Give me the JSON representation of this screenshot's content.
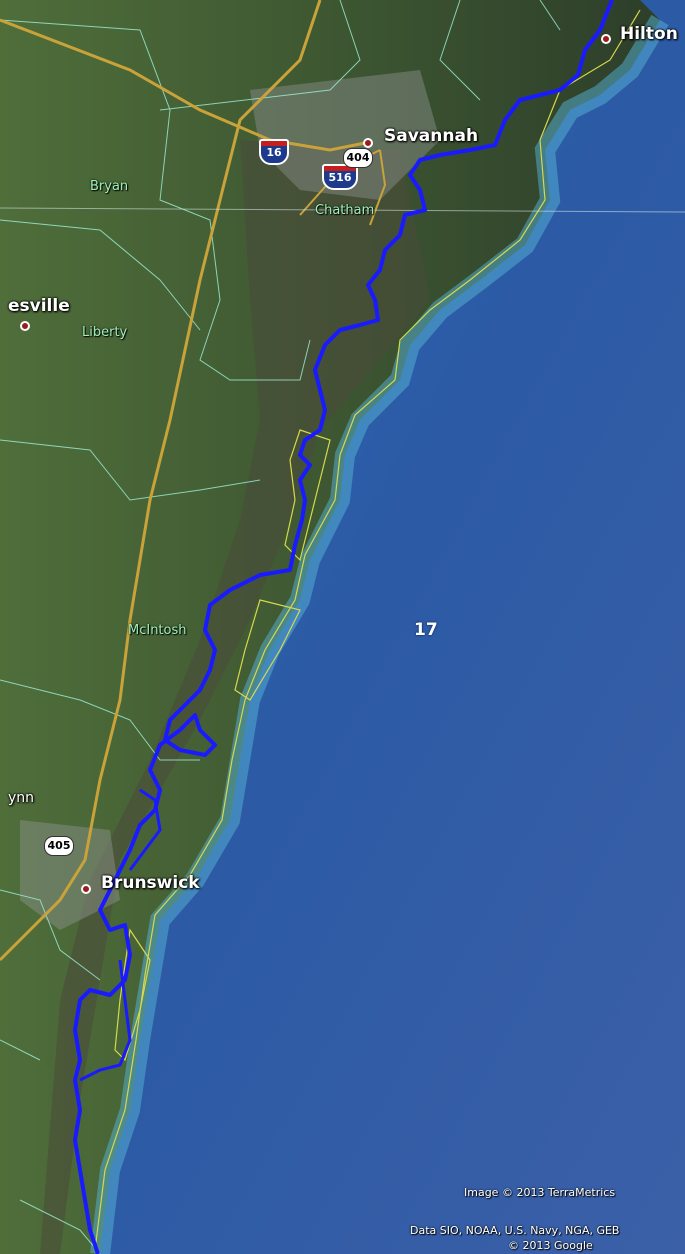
{
  "map": {
    "places": {
      "hilton": "Hilton",
      "savannah": "Savannah",
      "hinesville": "esville",
      "brunswick": "Brunswick",
      "glynn": "ynn"
    },
    "counties": {
      "bryan": "Bryan",
      "chatham": "Chatham",
      "liberty": "Liberty",
      "mcintosh": "McIntosh"
    },
    "zone_number": "17",
    "routes": {
      "i16": "16",
      "i516": "516",
      "sr404": "404",
      "sr405": "405"
    },
    "attribution": {
      "imagery": "Image © 2013 TerraMetrics",
      "data": "Data SIO, NOAA, U.S. Navy, NGA, GEB",
      "copyright": "© 2013 Google"
    },
    "colors": {
      "ocean": "#2f62a8",
      "land": "#3e5a2e",
      "route_line": "#1a1aff",
      "coast_outline": "#d8d84a",
      "county_line": "#9ff0d8",
      "highway": "#c9a23a"
    }
  }
}
